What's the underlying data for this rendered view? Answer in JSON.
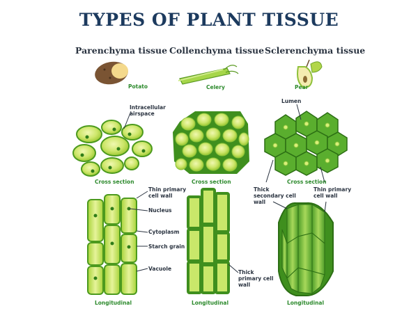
{
  "title": "TYPES OF PLANT TISSUE",
  "columns": [
    {
      "heading": "Parenchyma tissue",
      "example": "Potato",
      "cross": "Cross section",
      "long": "Longitudinal"
    },
    {
      "heading": "Collenchyma tissue",
      "example": "Celery",
      "cross": "Cross section",
      "long": "Longitudinal"
    },
    {
      "heading": "Sclerenchyma tissue",
      "example": "Pear",
      "cross": "Cross section",
      "long": "Longitudinal"
    }
  ],
  "labels": {
    "intracellular": "Intracellular airspace",
    "lumen": "Lumen",
    "thin_wall": "Thin primary cell wall",
    "nucleus": "Nucleus",
    "cytoplasm": "Cytoplasm",
    "starch": "Starch grain",
    "vacuole": "Vacuole",
    "thick_primary": "Thick primary cell wall",
    "thick_secondary": "Thick secondary cell wall",
    "thin_primary_scl": "Thin primary cell wall"
  },
  "colors": {
    "title": "#1c3a5e",
    "green_label": "#2d8a2d",
    "cell_fill": "#c8e65a",
    "cell_wall": "#3f8f1e",
    "dark_green": "#2f7d18"
  }
}
